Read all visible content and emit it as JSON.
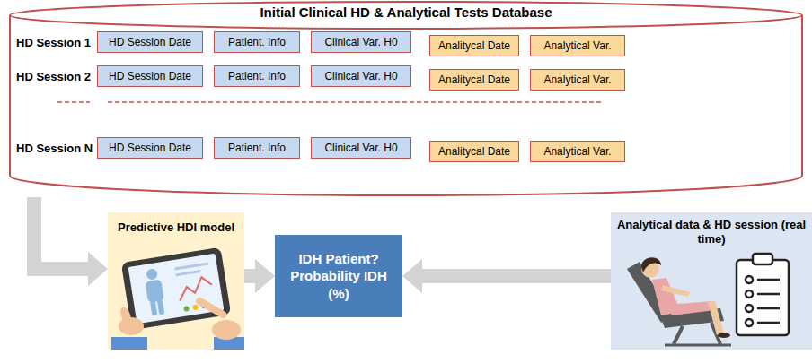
{
  "diagram": {
    "nodes": [
      {
        "text": [
          "Initial Clinical HD & Analytical Tests Database"
        ]
      },
      {
        "text": [
          "HD Session Date"
        ],
        "in": 0
      },
      {
        "text": [
          "Patient. Info"
        ],
        "in": 0
      },
      {
        "text": [
          "Clinical Var. H0"
        ],
        "in": 0
      },
      {
        "text": [
          "Analitycal Date"
        ],
        "in": 0
      },
      {
        "text": [
          "Analytical  Var."
        ],
        "in": 0
      },
      {
        "text": [
          "HD Session Date"
        ],
        "in": 0
      },
      {
        "text": [
          "Patient. Info"
        ],
        "in": 0
      },
      {
        "text": [
          "Clinical Var. H0"
        ],
        "in": 0
      },
      {
        "text": [
          "Analitycal Date"
        ],
        "in": 0
      },
      {
        "text": [
          "Analytical  Var."
        ],
        "in": 0
      },
      {
        "text": [
          "HD Session Date"
        ],
        "in": 0
      },
      {
        "text": [
          "Patient. Info"
        ],
        "in": 0
      },
      {
        "text": [
          "Clinical Var. H0"
        ],
        "in": 0
      },
      {
        "text": [
          "Analitycal Date"
        ],
        "in": 0
      },
      {
        "text": [
          "Analytical  Var."
        ],
        "in": 0
      },
      {
        "text": [
          "Predictive HDI model"
        ]
      },
      {
        "text": [
          "IDH Patient? Probability IDH (%)"
        ]
      },
      {
        "text": [
          "Analytical data & HD session (real time)"
        ]
      }
    ],
    "edges": [
      {
        "from": 0,
        "to": 16,
        "arrow": "to"
      },
      {
        "from": 16,
        "to": 17,
        "arrow": "to"
      },
      {
        "from": 18,
        "to": 17,
        "arrow": "to"
      }
    ],
    "labels": [
      "HD Session 1",
      "HD Session 2",
      "HD Session N"
    ]
  }
}
